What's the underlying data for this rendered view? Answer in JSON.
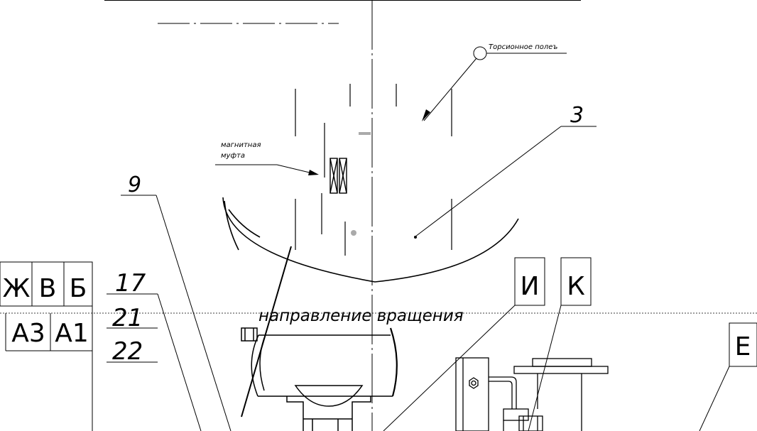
{
  "annotations": {
    "torsion_field": "Торсионное полеъ",
    "magnetic_coupling_line1": "магнитная",
    "magnetic_coupling_line2": "муфта",
    "rotation_direction": "направление вращения"
  },
  "position_numbers": {
    "n3": "3",
    "n9": "9",
    "n17": "17",
    "n21": "21",
    "n22": "22"
  },
  "view_labels": {
    "zh": "Ж",
    "v": "В",
    "b": "Б",
    "a3": "А3",
    "a1": "А1",
    "i": "И",
    "k": "К",
    "e": "Е"
  },
  "colors": {
    "line": "#000000",
    "faint": "#aaaaaa",
    "background": "#ffffff"
  }
}
